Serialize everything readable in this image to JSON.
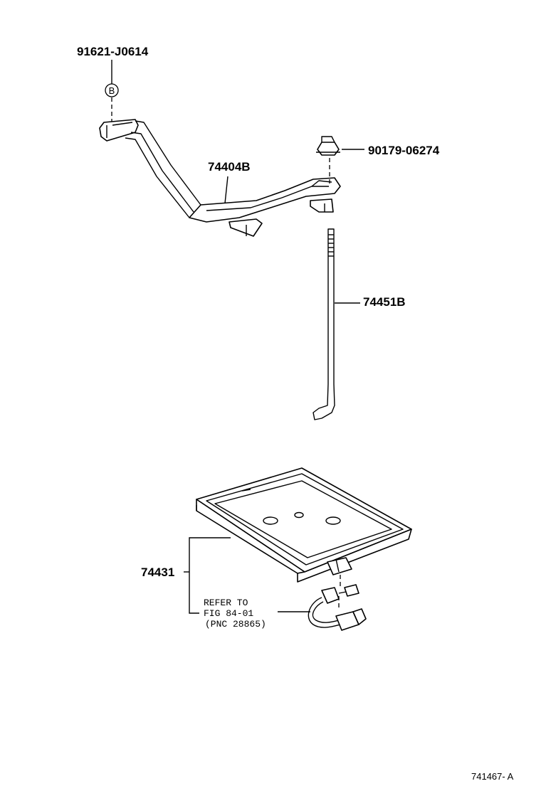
{
  "labels": {
    "bolt_part": "91621-J0614",
    "bolt_ref": "B",
    "clamp_part": "74404B",
    "nut_part": "90179-06274",
    "rod_part": "74451B",
    "tray_part": "74431",
    "refer_line1": "REFER TO",
    "refer_line2": "FIG 84-01",
    "refer_line3": "(PNC 28865)",
    "figure_id": "741467- A"
  }
}
